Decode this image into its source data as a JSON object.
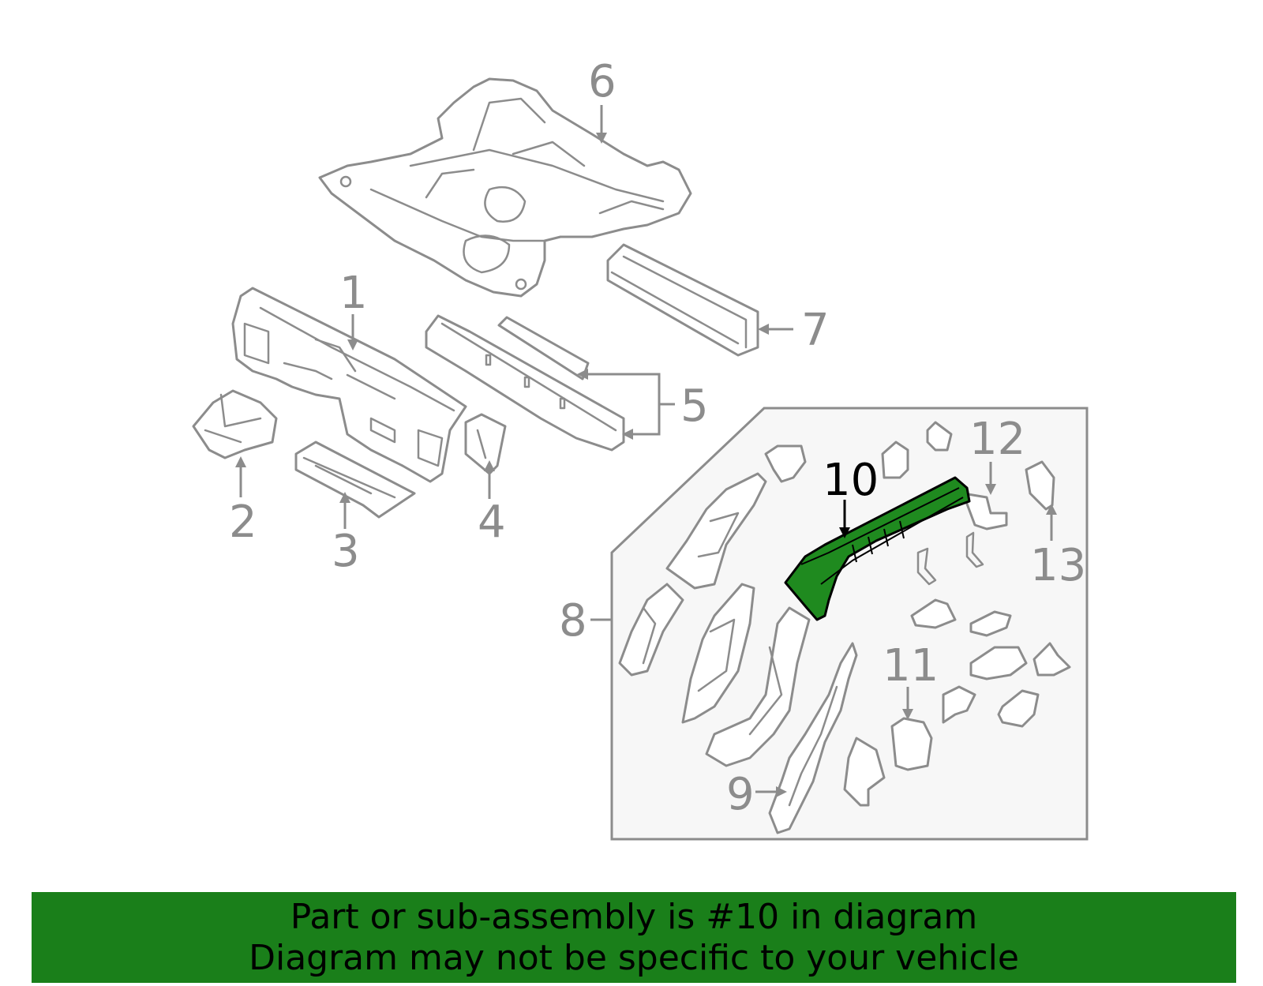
{
  "colors": {
    "line": "#8c8c8c",
    "highlight_fill": "#1f8a1f",
    "inset_bg": "#f7f7f7",
    "banner_bg": "#1a7f1a",
    "label_highlight": "#000000"
  },
  "callouts": {
    "c1": "1",
    "c2": "2",
    "c3": "3",
    "c4": "4",
    "c5": "5",
    "c6": "6",
    "c7": "7",
    "c8": "8",
    "c9": "9",
    "c10": "10",
    "c11": "11",
    "c12": "12",
    "c13": "13"
  },
  "highlighted_part": "10",
  "banner": {
    "line1": "Part or sub-assembly is #10 in diagram",
    "line2": "Diagram may not be specific to your vehicle"
  }
}
